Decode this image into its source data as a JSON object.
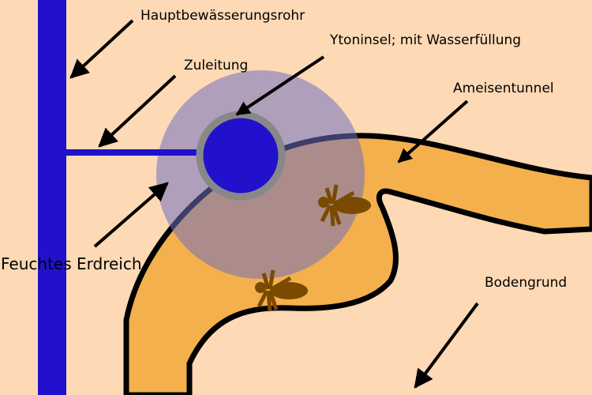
{
  "labels": {
    "main_pipe": "Hauptbewässerungsrohr",
    "feed_line": "Zuleitung",
    "yton_island": "Ytoninsel; mit Wasserfüllung",
    "ant_tunnel": "Ameisentunnel",
    "moist_soil": "Feuchtes Erdreich",
    "subsoil": "Bodengrund"
  },
  "colors": {
    "background": "#fdd9b5",
    "pipe": "#2211cc",
    "tunnel": "#f4b04c",
    "moist_zone": "#6f6fbf",
    "ring": "#888888",
    "ant": "#7a4a00"
  }
}
